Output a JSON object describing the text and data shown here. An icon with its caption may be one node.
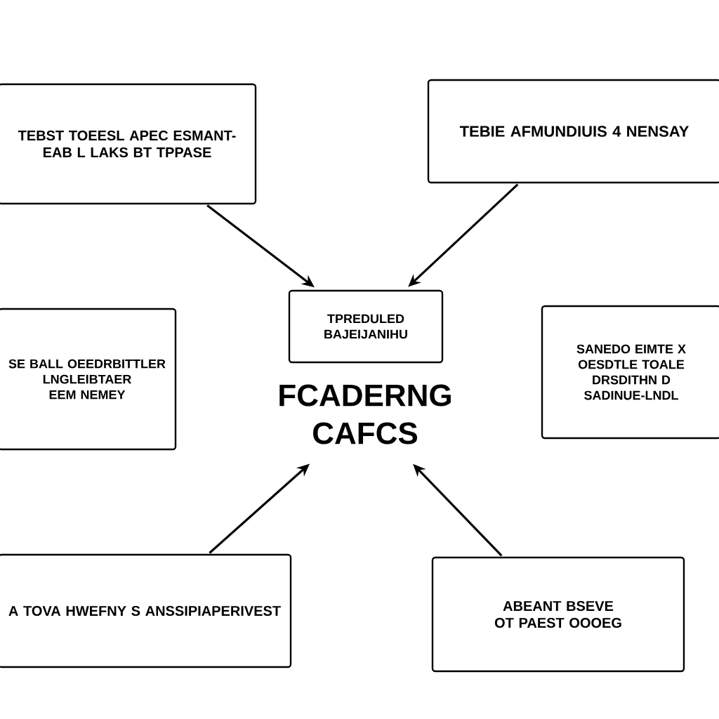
{
  "diagram": {
    "nodes": [
      {
        "text": [
          "TEBST TOEESL APEC ESMANT-EAB L LAKS BT TPPASE"
        ]
      },
      {
        "text": [
          "TEBIE AFMUNDIUIS 4 NENSAY"
        ]
      },
      {
        "text": [
          "SE BALL OEEDRBITTLER LNGLEIBTAER EEM NEMEY"
        ]
      },
      {
        "text": [
          "TPREDULED BAJEIJANIHU"
        ]
      },
      {
        "text": [
          "FCADERNG CAFCS"
        ]
      },
      {
        "text": [
          "SANEDO EIMTE X OESDTLE TOALE DRSDITHN D SADINUE-LNDL"
        ]
      },
      {
        "text": [
          "A TOVA HWEFNY S ANSSIPIAPERIVEST"
        ]
      },
      {
        "text": [
          "ABEANT BSEVE OT PAEST OOOEG"
        ]
      }
    ],
    "edges": [
      {
        "from": 0,
        "to": 3,
        "arrow": "to"
      },
      {
        "from": 1,
        "to": 3,
        "arrow": "to"
      },
      {
        "from": 6,
        "to": 4,
        "arrow": "to"
      },
      {
        "from": 7,
        "to": 4,
        "arrow": "to"
      }
    ]
  }
}
